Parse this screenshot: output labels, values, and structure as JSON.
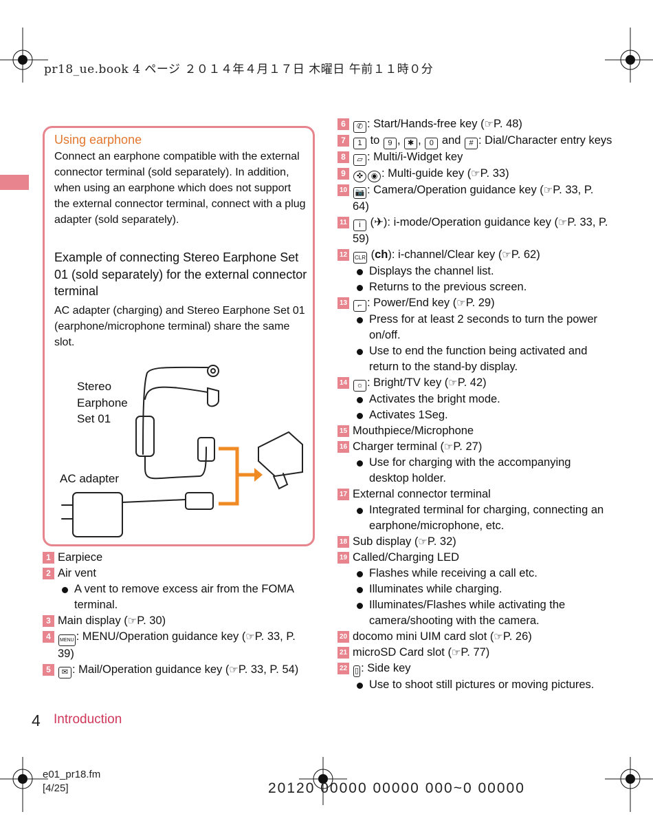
{
  "header": {
    "text": "pr18_ue.book  4 ページ  ２０１４年４月１７日  木曜日  午前１１時０分"
  },
  "box": {
    "title": "Using earphone",
    "para1": "Connect an earphone compatible with the external connector terminal (sold separately). In addition, when using an earphone which does not support the external connector terminal, connect with a plug adapter (sold separately).",
    "subtitle": "Example of connecting Stereo Earphone Set 01 (sold separately) for the external connector terminal",
    "para2": "AC adapter (charging) and Stereo Earphone Set 01 (earphone/microphone terminal) share the same slot.",
    "diagram_labels": {
      "earphone_line1": "Stereo",
      "earphone_line2": "Earphone",
      "earphone_line3": "Set 01",
      "ac_adapter": "AC adapter"
    }
  },
  "left_items": [
    {
      "num": "1",
      "text": "Earpiece"
    },
    {
      "num": "2",
      "text": "Air vent"
    },
    {
      "bullet": "A vent to remove excess air from the FOMA terminal."
    },
    {
      "num": "3",
      "text": "Main display (",
      "ref": "P. 30)"
    },
    {
      "num": "4",
      "key": "MENU",
      "text": ": MENU/Operation guidance key (",
      "ref": "P. 33, P. 39)"
    },
    {
      "num": "5",
      "key": "✉",
      "text": ": Mail/Operation guidance key (",
      "ref": "P. 33, P. 54)"
    }
  ],
  "right_items": [
    {
      "num": "6",
      "key": "✆",
      "text": ": Start/Hands-free key (",
      "ref": "P. 48)"
    },
    {
      "num": "7",
      "text": "to , , and : Dial/Character entry keys",
      "keys": [
        "1",
        "9",
        "✱",
        "0",
        "#"
      ],
      "join_to": "to",
      "join_and": "and",
      "tail": ": Dial/Character entry keys"
    },
    {
      "num": "8",
      "key": "▱",
      "text": ": Multi/i-Widget key"
    },
    {
      "num": "9",
      "key": "✜",
      "key2": "◉",
      "text": ": Multi-guide key (",
      "ref": "P. 33)"
    },
    {
      "num": "10",
      "key": "📷",
      "text": ": Camera/Operation guidance key (",
      "ref": "P. 33, P. 64)"
    },
    {
      "num": "11",
      "key": "i",
      "text": " (",
      "key3": "✈",
      "text2": "): i-mode/Operation guidance key (",
      "ref": "P. 33, P. 59)"
    },
    {
      "num": "12",
      "key": "CLR",
      "text": " (",
      "key3": "ch",
      "text2": "): i-channel/Clear key (",
      "ref": "P. 62)"
    },
    {
      "bullet": "Displays the channel list."
    },
    {
      "bullet": "Returns to the previous screen."
    },
    {
      "num": "13",
      "key": "⌐",
      "text": ": Power/End key (",
      "ref": "P. 29)"
    },
    {
      "bullet": "Press for at least 2 seconds to turn the power on/off."
    },
    {
      "bullet": "Use to end the function being activated and return to the stand-by display."
    },
    {
      "num": "14",
      "key": "☼",
      "text": ": Bright/TV key (",
      "ref": "P. 42)"
    },
    {
      "bullet": "Activates the bright mode."
    },
    {
      "bullet": "Activates 1Seg."
    },
    {
      "num": "15",
      "text": "Mouthpiece/Microphone"
    },
    {
      "num": "16",
      "text": "Charger terminal (",
      "ref": "P. 27)"
    },
    {
      "bullet": "Use for charging with the accompanying desktop holder."
    },
    {
      "num": "17",
      "text": "External connector terminal"
    },
    {
      "bullet": "Integrated terminal for charging, connecting an earphone/microphone, etc."
    },
    {
      "num": "18",
      "text": "Sub display (",
      "ref": "P. 32)"
    },
    {
      "num": "19",
      "text": "Called/Charging LED"
    },
    {
      "bullet": "Flashes while receiving a call etc."
    },
    {
      "bullet": "Illuminates while charging."
    },
    {
      "bullet": "Illuminates/Flashes while activating the camera/shooting with the camera."
    },
    {
      "num": "20",
      "text": "docomo mini UIM card slot (",
      "ref": "P. 26)"
    },
    {
      "num": "21",
      "text": "microSD Card slot (",
      "ref": "P. 77)"
    },
    {
      "num": "22",
      "key": "▯",
      "text": ": Side key"
    },
    {
      "bullet": "Use to shoot still pictures or moving pictures."
    }
  ],
  "ref_symbol": "☞",
  "footer": {
    "page_number": "4",
    "section": "Introduction",
    "file": "e01_pr18.fm",
    "pages": "[4/25]",
    "code": "20120 00000 00000 000~0 00000"
  },
  "colors": {
    "accent_pink": "#e8848e",
    "title_orange": "#e2772d",
    "section_red": "#d0375a",
    "diagram_orange": "#f08a24"
  }
}
